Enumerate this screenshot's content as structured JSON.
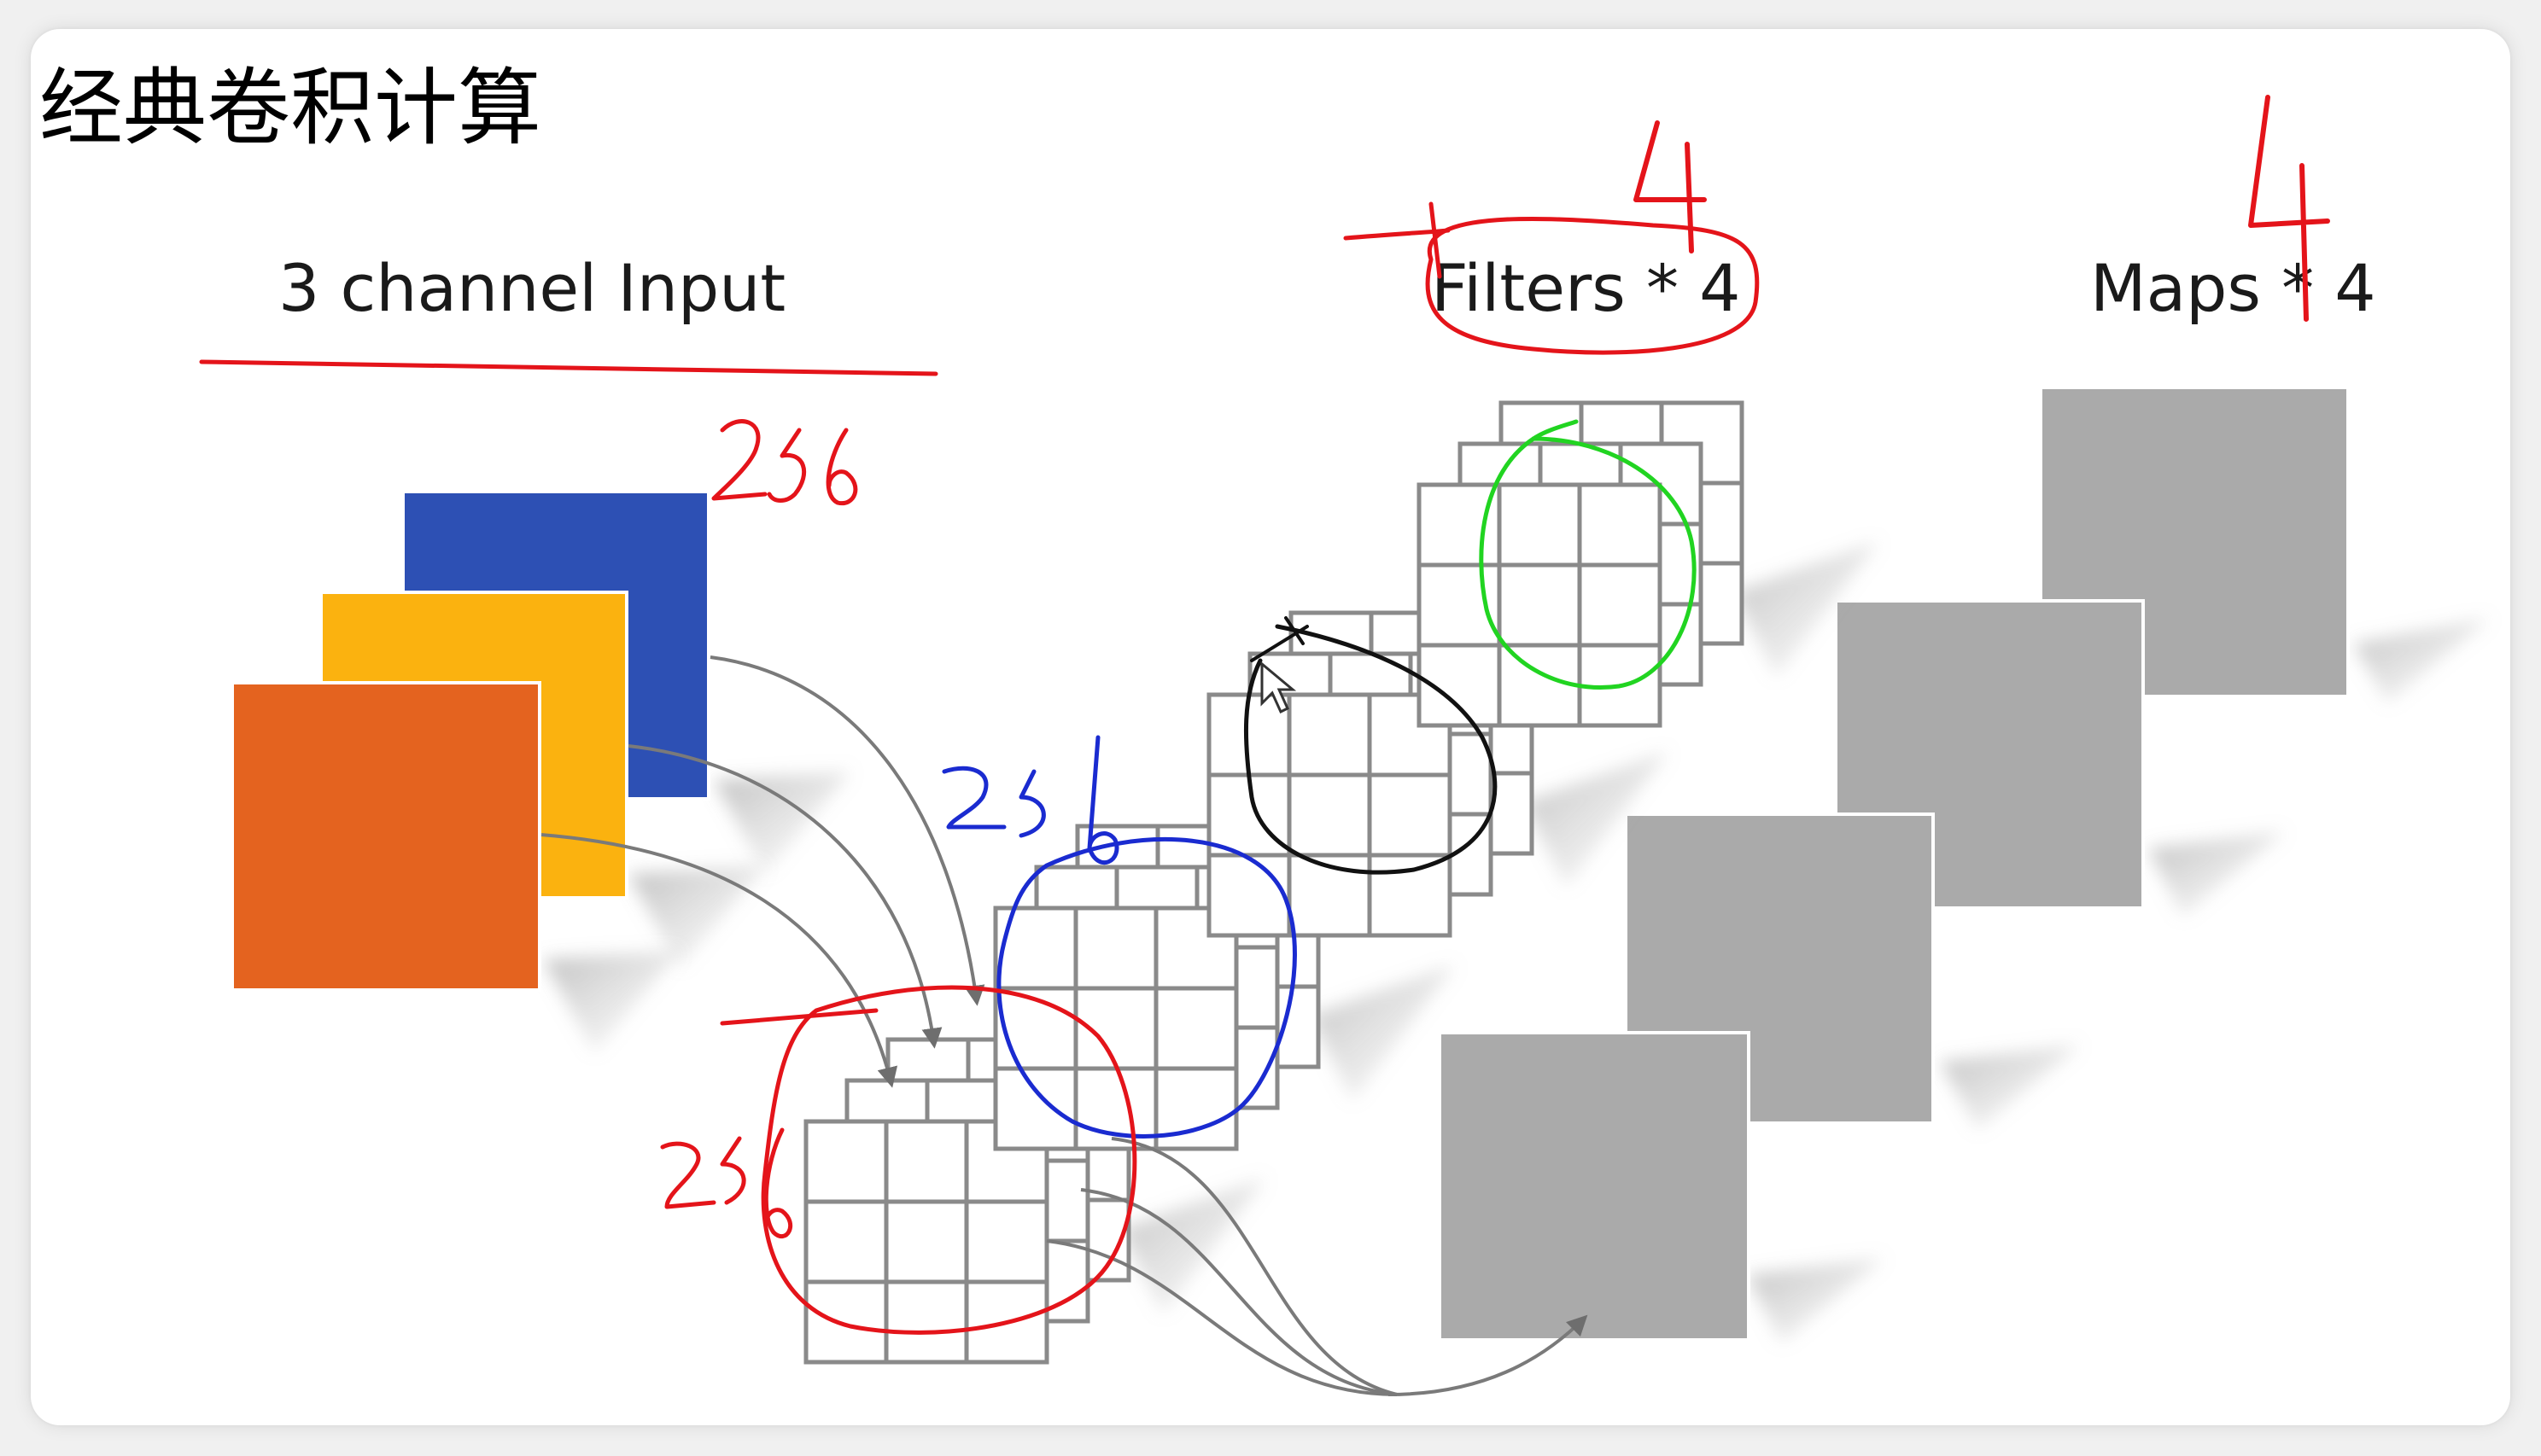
{
  "title": "经典卷积计算",
  "headers": {
    "input": "3 channel Input",
    "filters": "Filters * 4",
    "maps": "Maps * 4"
  },
  "annotations": {
    "filters_count": "4",
    "maps_count": "4",
    "input_size": "256",
    "mid_size": "256",
    "bottom_size": "256"
  },
  "colors": {
    "channel_blue": "#2d50b4",
    "channel_yellow": "#fbb20f",
    "channel_orange": "#e4631f",
    "map_gray": "#aaaaaa",
    "ink_red": "#e4141a",
    "ink_blue": "#1a2bd0",
    "ink_green": "#21d421",
    "ink_black": "#111111"
  },
  "filter_grid": {
    "rows": 3,
    "cols": 3,
    "layers_per_filter": 3
  }
}
